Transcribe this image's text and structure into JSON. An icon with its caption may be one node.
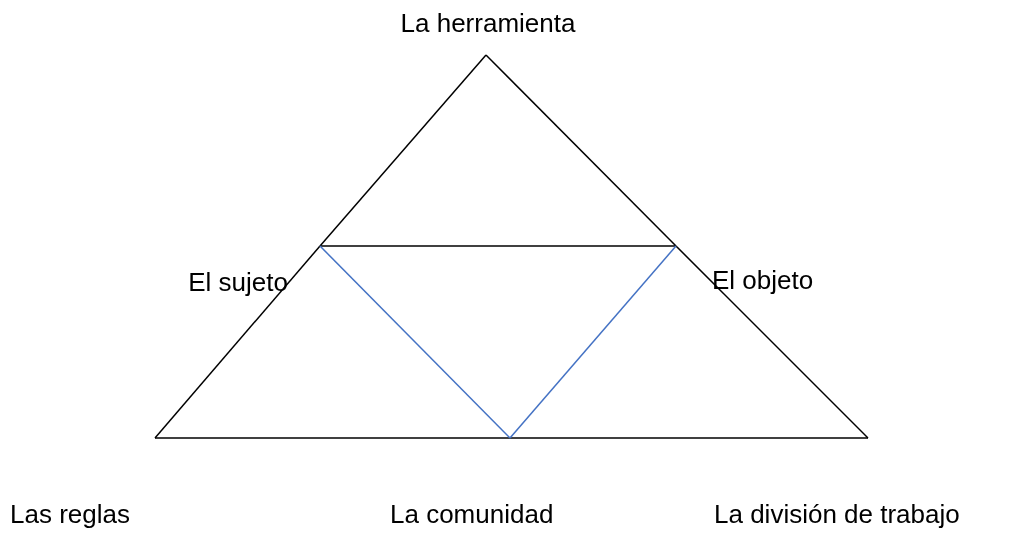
{
  "diagram": {
    "nodes": [
      {
        "text": [
          "La herramienta"
        ]
      },
      {
        "text": [
          "El sujeto"
        ]
      },
      {
        "text": [
          "El objeto"
        ]
      },
      {
        "text": [
          "Las reglas"
        ]
      },
      {
        "text": [
          "La comunidad"
        ]
      },
      {
        "text": [
          "La división de trabajo"
        ]
      }
    ],
    "edges": [
      {
        "from": 0,
        "to": 1,
        "arrow": "none"
      },
      {
        "from": 0,
        "to": 2,
        "arrow": "none"
      },
      {
        "from": 1,
        "to": 2,
        "arrow": "none"
      },
      {
        "from": 1,
        "to": 3,
        "arrow": "none"
      },
      {
        "from": 2,
        "to": 5,
        "arrow": "none"
      },
      {
        "from": 3,
        "to": 4,
        "arrow": "none"
      },
      {
        "from": 4,
        "to": 5,
        "arrow": "none"
      },
      {
        "from": 1,
        "to": 4,
        "arrow": "none",
        "color": "#4472c4"
      },
      {
        "from": 2,
        "to": 4,
        "arrow": "none",
        "color": "#4472c4"
      }
    ]
  }
}
